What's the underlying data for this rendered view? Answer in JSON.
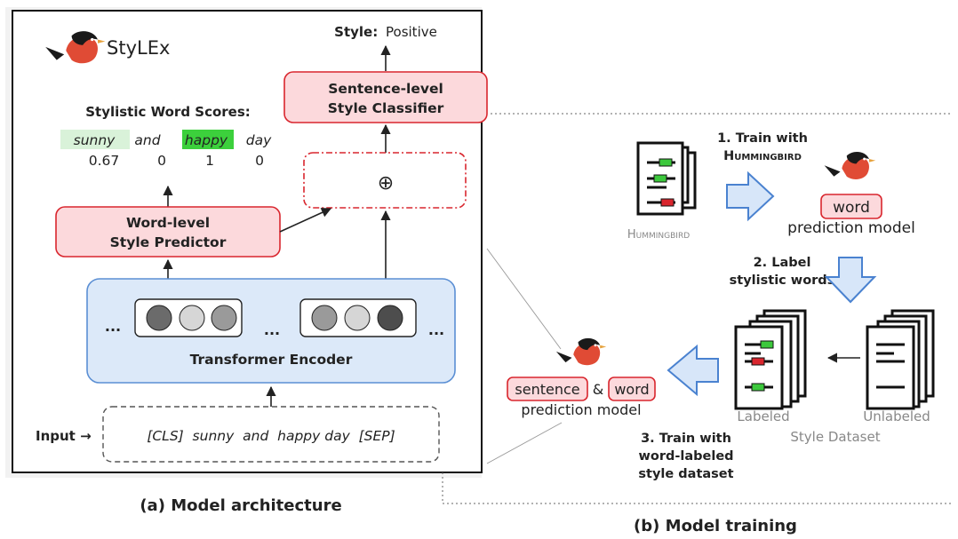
{
  "app": {
    "name": "StyLEx"
  },
  "architecture": {
    "style_label": "Style:",
    "style_value": "Positive",
    "sentence_classifier": [
      "Sentence-level",
      "Style Classifier"
    ],
    "word_scores_title": "Stylistic Word Scores:",
    "words": [
      {
        "word": "sunny",
        "score": "0.67",
        "highlight": "#d9f2d9"
      },
      {
        "word": "and",
        "score": "0",
        "highlight": ""
      },
      {
        "word": "happy",
        "score": "1",
        "highlight": "#3cd03c"
      },
      {
        "word": "day",
        "score": "0",
        "highlight": ""
      }
    ],
    "combine_symbol": "⊕",
    "word_predictor": [
      "Word-level",
      "Style Predictor"
    ],
    "encoder_label": "Transformer Encoder",
    "ellipsis": "...",
    "input_label": "Input →",
    "input_tokens": "[CLS]  sunny  and  happy day  [SEP]",
    "caption": "(a) Model architecture"
  },
  "training": {
    "step1": [
      "1. Train with",
      "Hummingbird"
    ],
    "hummingbird_label": "Hummingbird",
    "word_chip": "word",
    "word_model_label": "prediction model",
    "step2": [
      "2. Label",
      "stylistic words"
    ],
    "labeled_label": "Labeled",
    "unlabeled_label": "Unlabeled",
    "dataset_label": "Style Dataset",
    "sentence_chip": "sentence",
    "amp": "&",
    "word_chip2": "word",
    "joint_model_label": "prediction model",
    "step3": [
      "3. Train with",
      "word-labeled",
      "style dataset"
    ],
    "caption": "(b) Model training"
  },
  "colors": {
    "pink_fill": "#fcd9dc",
    "pink_stroke": "#d9262e",
    "blue_fill": "#dce9f9",
    "blue_stroke": "#5b8fd4",
    "arrow_fill": "#d7e6f9",
    "arrow_stroke": "#4a82d0"
  },
  "icons": [
    "bird-icon",
    "document-icon",
    "hollow-arrow-icon",
    "circle-plus-icon"
  ]
}
